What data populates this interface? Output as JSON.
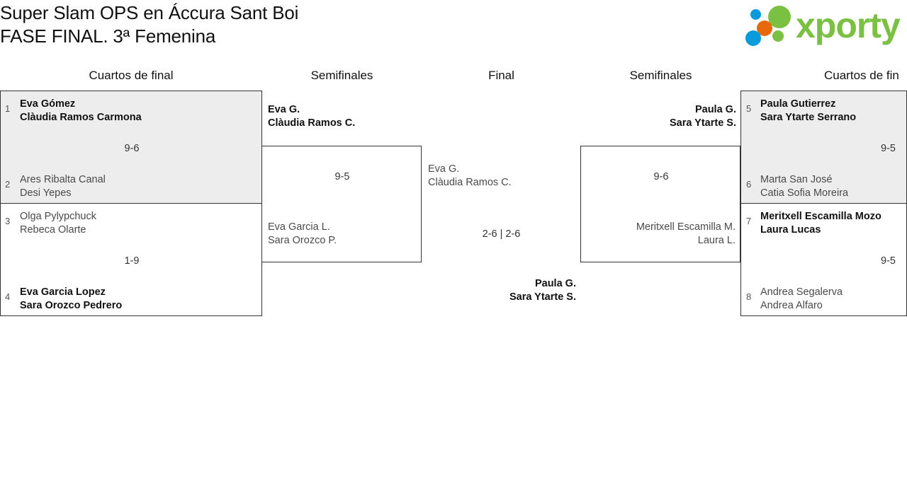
{
  "header": {
    "title_line1": "Super Slam OPS en Áccura Sant Boi",
    "title_line2": "FASE FINAL. 3ª Femenina",
    "logo_word": "xporty",
    "logo_colors": {
      "green": "#7ac143",
      "blue": "#0a9bdc",
      "orange": "#e8690b"
    }
  },
  "rounds": {
    "qf_left": "Cuartos de final",
    "sf_left": "Semifinales",
    "final": "Final",
    "sf_right": "Semifinales",
    "qf_right": "Cuartos de fin"
  },
  "bracket": {
    "quarterfinals_left": [
      {
        "seed_top": "1",
        "top_p1": "Eva Gómez",
        "top_p2": "Clàudia Ramos Carmona",
        "seed_bottom": "2",
        "bottom_p1": "Ares Ribalta Canal",
        "bottom_p2": "Desi Yepes",
        "score": "9-6",
        "winner": "top"
      },
      {
        "seed_top": "3",
        "top_p1": "Olga Pylypchuck",
        "top_p2": "Rebeca Olarte",
        "seed_bottom": "4",
        "bottom_p1": "Eva Garcia Lopez",
        "bottom_p2": "Sara Orozco Pedrero",
        "score": "1-9",
        "winner": "bottom"
      }
    ],
    "quarterfinals_right": [
      {
        "seed_top": "5",
        "top_p1": "Paula Gutierrez",
        "top_p2": "Sara Ytarte Serrano",
        "seed_bottom": "6",
        "bottom_p1": "Marta San José",
        "bottom_p2": "Catia Sofia Moreira",
        "score": "9-5",
        "winner": "top"
      },
      {
        "seed_top": "7",
        "top_p1": "Meritxell Escamilla Mozo",
        "top_p2": "Laura Lucas",
        "seed_bottom": "8",
        "bottom_p1": "Andrea Segalerva",
        "bottom_p2": "Andrea Alfaro",
        "score": "9-5",
        "winner": "top"
      }
    ],
    "semifinal_left": {
      "winner_p1": "Eva G.",
      "winner_p2": "Clàudia Ramos C.",
      "loser_p1": "Eva Garcia L.",
      "loser_p2": "Sara Orozco P.",
      "score": "9-5"
    },
    "semifinal_right": {
      "winner_p1": "Paula G.",
      "winner_p2": "Sara Ytarte S.",
      "loser_p1": "Meritxell Escamilla M.",
      "loser_p2": "Laura L.",
      "score": "9-6"
    },
    "final": {
      "loser_p1": "Eva G.",
      "loser_p2": "Clàudia Ramos C.",
      "winner_p1": "Paula G.",
      "winner_p2": "Sara Ytarte S.",
      "score": "2-6 | 2-6"
    }
  }
}
